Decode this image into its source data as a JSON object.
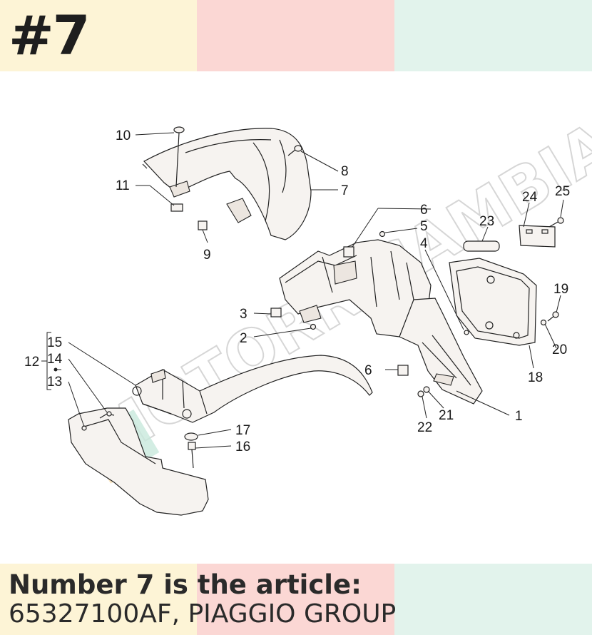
{
  "header": {
    "part_number": "#7",
    "band_colors": [
      "#fdf4d6",
      "#fbd7d4",
      "#e2f3ec"
    ]
  },
  "footer": {
    "line1": "Number 7 is the article:",
    "line2": "65327100AF, PIAGGIO GROUP",
    "band_colors": [
      "#fdf4d6",
      "#fbd7d4",
      "#e2f3ec"
    ]
  },
  "watermark": {
    "text": "MOTORRICAMBIA",
    "colors": [
      "#f6d9a6",
      "#f3b9b4",
      "#bfe5d6"
    ]
  },
  "callouts": [
    "10",
    "8",
    "7",
    "11",
    "9",
    "6",
    "5",
    "4",
    "23",
    "24",
    "25",
    "3",
    "2",
    "19",
    "20",
    "18",
    "6",
    "1",
    "21",
    "22",
    "12",
    "15",
    "14",
    "13",
    "17",
    "16"
  ]
}
